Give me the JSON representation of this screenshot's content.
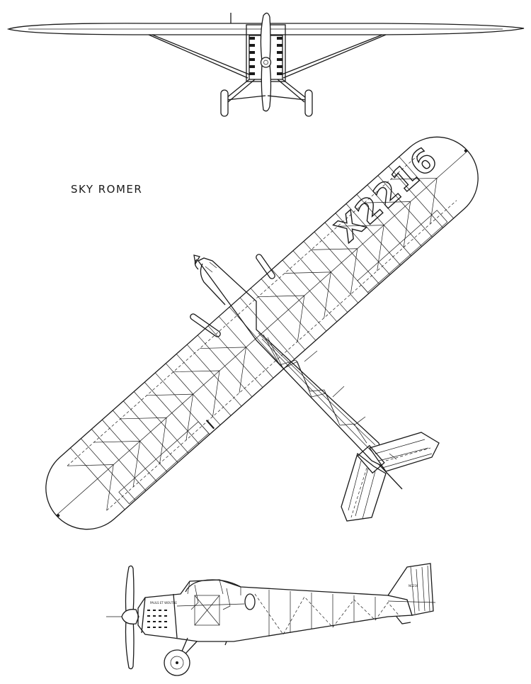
{
  "drawing": {
    "title": "SKY ROMER",
    "views": [
      "front-view",
      "top-view",
      "side-view"
    ],
    "wing_marking": "X2216",
    "fuselage_text": [
      "PAULS ET WOUTRE",
      "NC216"
    ],
    "line_color": "#1a1a1a",
    "background_color": "#ffffff"
  }
}
